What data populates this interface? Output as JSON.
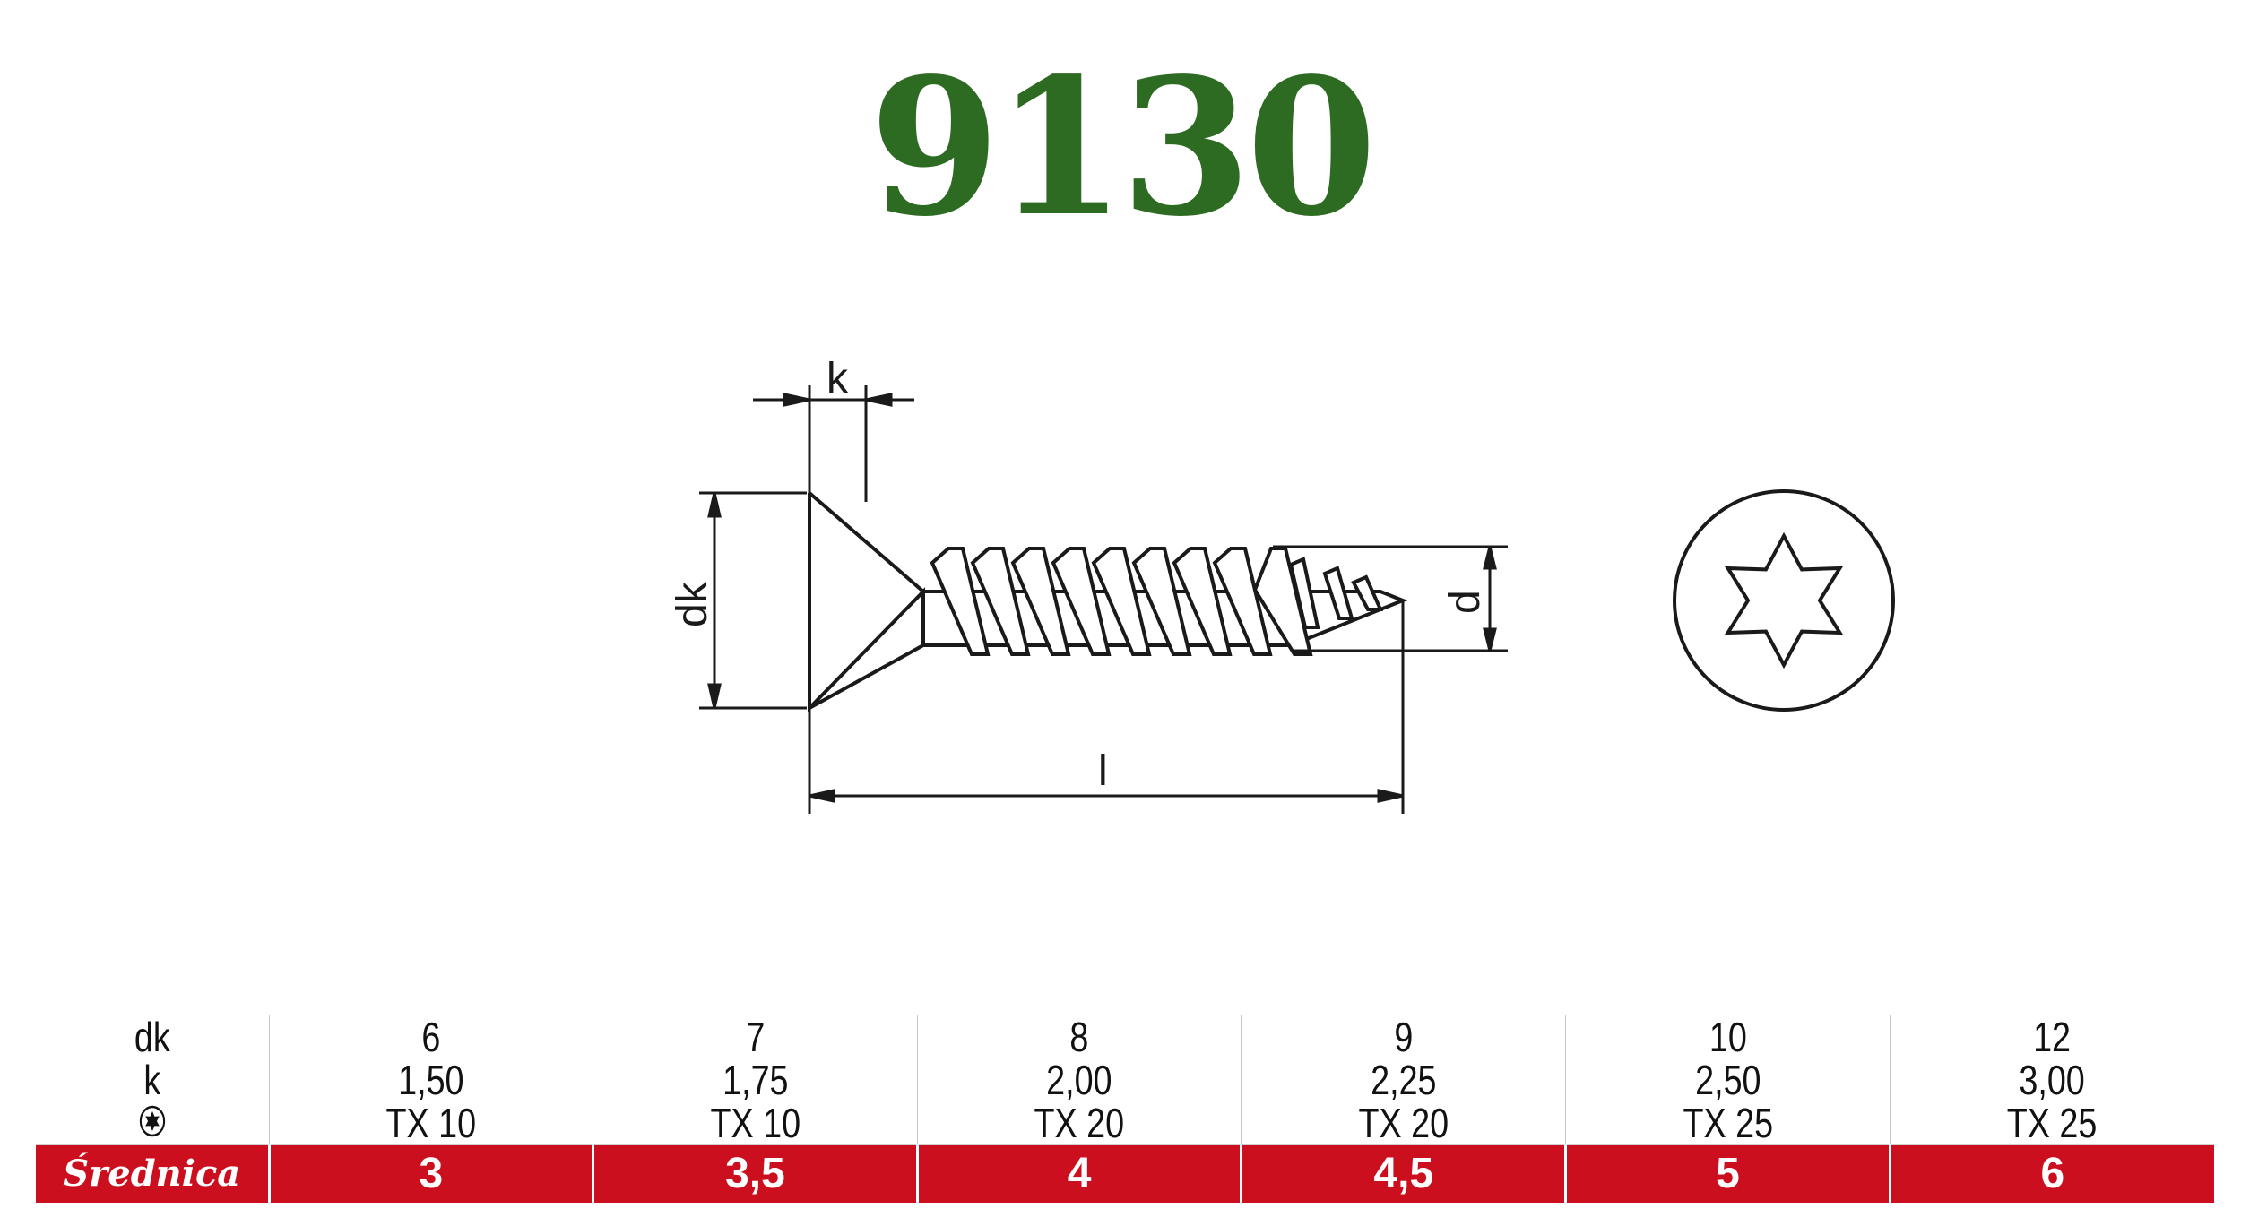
{
  "title": "9130",
  "diagram": {
    "label_k": "k",
    "label_dk": "dk",
    "label_d": "d",
    "label_l": "l"
  },
  "table": {
    "rows": [
      {
        "label": "dk",
        "values": [
          "6",
          "7",
          "8",
          "9",
          "10",
          "12"
        ]
      },
      {
        "label": "k",
        "values": [
          "1,50",
          "1,75",
          "2,00",
          "2,25",
          "2,50",
          "3,00"
        ]
      },
      {
        "label_icon": "torx-star-icon",
        "values": [
          "TX 10",
          "TX 10",
          "TX 20",
          "TX 20",
          "TX 25",
          "TX 25"
        ]
      }
    ],
    "srednica": {
      "label": "Średnica",
      "values": [
        "3",
        "3,5",
        "4",
        "4,5",
        "5",
        "6"
      ]
    }
  },
  "colors": {
    "title": "#2e6b22",
    "srednica_bg": "#cc0f1e"
  }
}
